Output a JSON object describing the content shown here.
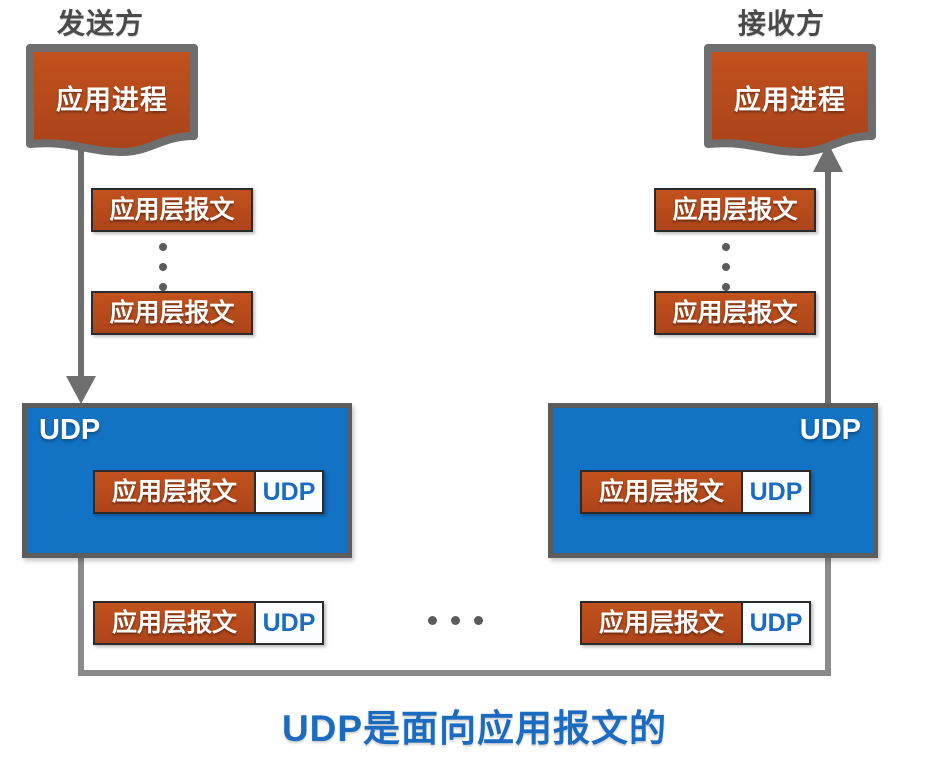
{
  "headings": {
    "sender": "发送方",
    "receiver": "接收方"
  },
  "banners": {
    "sender_label": "应用进程",
    "receiver_label": "应用进程"
  },
  "messages": {
    "app_message_label": "应用层报文",
    "sender": [
      "应用层报文",
      "应用层报文"
    ],
    "receiver": [
      "应用层报文",
      "应用层报文"
    ]
  },
  "ellipsis": {
    "vertical_sender": "⋮",
    "vertical_receiver": "⋮",
    "horizontal_bottom": "…"
  },
  "udp_layers": {
    "sender": {
      "label": "UDP",
      "datagram": {
        "payload": "应用层报文",
        "header": "UDP"
      }
    },
    "receiver": {
      "label": "UDP",
      "datagram": {
        "payload": "应用层报文",
        "header": "UDP"
      }
    }
  },
  "transmitted_datagrams": {
    "left": {
      "payload": "应用层报文",
      "header": "UDP"
    },
    "right": {
      "payload": "应用层报文",
      "header": "UDP"
    }
  },
  "caption": "UDP是面向应用报文的",
  "colors": {
    "orange": "#B34A1C",
    "blue": "#1272C4",
    "caption_blue": "#1B6CC0",
    "outline_gray": "#5C5C5C",
    "heading_gray": "#4A4A4A",
    "header_box_white": "#FBFDFF"
  },
  "arrows": {
    "sender_down": "arrow-down-icon",
    "receiver_up": "arrow-up-icon",
    "transmission_path": "u-shaped-connector"
  }
}
